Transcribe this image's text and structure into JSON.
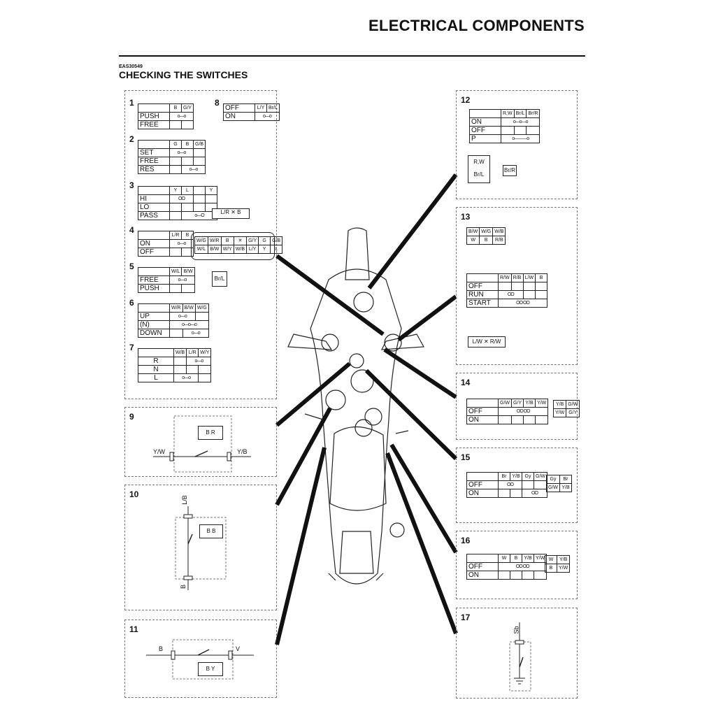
{
  "header": {
    "title": "ELECTRICAL COMPONENTS",
    "section_code": "EAS30549",
    "section_title": "CHECKING THE SWITCHES"
  },
  "sw1": {
    "num": "1",
    "cols": [
      "B",
      "G/Y"
    ],
    "rows": [
      [
        "PUSH",
        "o—o"
      ],
      [
        "FREE",
        ""
      ]
    ]
  },
  "sw2": {
    "num": "2",
    "cols": [
      "G",
      "B",
      "G/B"
    ],
    "rows": [
      [
        "SET",
        "o—o",
        ""
      ],
      [
        "FREE",
        "",
        ""
      ],
      [
        "RES",
        "",
        "o—o"
      ]
    ]
  },
  "sw3": {
    "num": "3",
    "cols": [
      "Y",
      "L",
      "",
      "Y"
    ],
    "rows": [
      [
        "HI",
        "OO"
      ],
      [
        "LO",
        ""
      ],
      [
        "PASS",
        "o—O"
      ]
    ],
    "conn": [
      "L/R",
      "B"
    ]
  },
  "sw4": {
    "num": "4",
    "cols": [
      "L/R",
      "B"
    ],
    "rows": [
      [
        "ON",
        "o—o"
      ],
      [
        "OFF",
        ""
      ]
    ]
  },
  "conn_main": {
    "top": [
      "W/G",
      "W/R",
      "B",
      "",
      "G/Y",
      "G",
      "G/B"
    ],
    "bottom": [
      "W/L",
      "B/W",
      "W/Y",
      "W/B",
      "L/Y",
      "Y",
      "L"
    ],
    "single": "Br/L"
  },
  "sw5": {
    "num": "5",
    "cols": [
      "W/L",
      "B/W"
    ],
    "rows": [
      [
        "FREE",
        "o—o"
      ],
      [
        "PUSH",
        ""
      ]
    ]
  },
  "sw6": {
    "num": "6",
    "cols": [
      "W/R",
      "B/W",
      "W/G"
    ],
    "rows": [
      [
        "UP",
        "o—o"
      ],
      [
        "(N)",
        "o—o—o"
      ],
      [
        "DOWN",
        "o—o"
      ]
    ]
  },
  "sw7": {
    "num": "7",
    "cols": [
      "W/B",
      "L/R",
      "W/Y"
    ],
    "rows": [
      [
        "R",
        "o—o"
      ],
      [
        "N",
        ""
      ],
      [
        "L",
        "o—o"
      ]
    ]
  },
  "sw8": {
    "num": "8",
    "cols": [
      "L/Y",
      "Br/L"
    ],
    "rows": [
      [
        "OFF",
        ""
      ],
      [
        "ON",
        "o—o"
      ]
    ]
  },
  "sw9": {
    "num": "9",
    "left": "Y/W",
    "right": "Y/B",
    "conn": [
      "B",
      "R"
    ]
  },
  "sw10": {
    "num": "10",
    "top": "L/B",
    "bottom": "B",
    "conn": [
      "B",
      "B"
    ]
  },
  "sw11": {
    "num": "11",
    "left": "B",
    "right": "V",
    "conn": [
      "B",
      "Y"
    ]
  },
  "sw12": {
    "num": "12",
    "cols": [
      "R,W",
      "Br/L",
      "Br/R"
    ],
    "rows": [
      [
        "ON",
        "o—o—o"
      ],
      [
        "OFF",
        ""
      ],
      [
        "P",
        "o———o"
      ]
    ],
    "conn": [
      "R,W",
      "Br/L"
    ],
    "single": "Br/R"
  },
  "sw13": {
    "num": "13",
    "conn_top": [
      "B/W",
      "W/G",
      "W/B"
    ],
    "conn_bottom": [
      "W",
      "B",
      "R/B"
    ],
    "cols": [
      "R/W",
      "R/B",
      "L/W",
      "B"
    ],
    "rows": [
      [
        "OFF",
        ""
      ],
      [
        "RUN",
        "OO"
      ],
      [
        "START",
        "OO   OO"
      ]
    ],
    "conn2": [
      "L/W",
      "R/W"
    ]
  },
  "sw14": {
    "num": "14",
    "cols": [
      "G/W",
      "G/Y",
      "Y/B",
      "Y/W"
    ],
    "rows": [
      [
        "OFF",
        "OO OO"
      ],
      [
        "ON",
        ""
      ]
    ],
    "conn": [
      "Y/B",
      "G/W",
      "Y/W",
      "G/Y"
    ]
  },
  "sw15": {
    "num": "15",
    "cols": [
      "Br",
      "Y/B",
      "Gy",
      "G/W"
    ],
    "rows": [
      [
        "OFF",
        "OO"
      ],
      [
        "ON",
        "OO"
      ]
    ],
    "conn": [
      "Gy",
      "Br",
      "G/W",
      "Y/B"
    ]
  },
  "sw16": {
    "num": "16",
    "cols": [
      "W",
      "B",
      "Y/B",
      "Y/W"
    ],
    "rows": [
      [
        "OFF",
        "OO OO"
      ],
      [
        "ON",
        ""
      ]
    ],
    "conn": [
      "W",
      "Y/B",
      "B",
      "Y/W"
    ]
  },
  "sw17": {
    "num": "17",
    "top": "Sb"
  }
}
